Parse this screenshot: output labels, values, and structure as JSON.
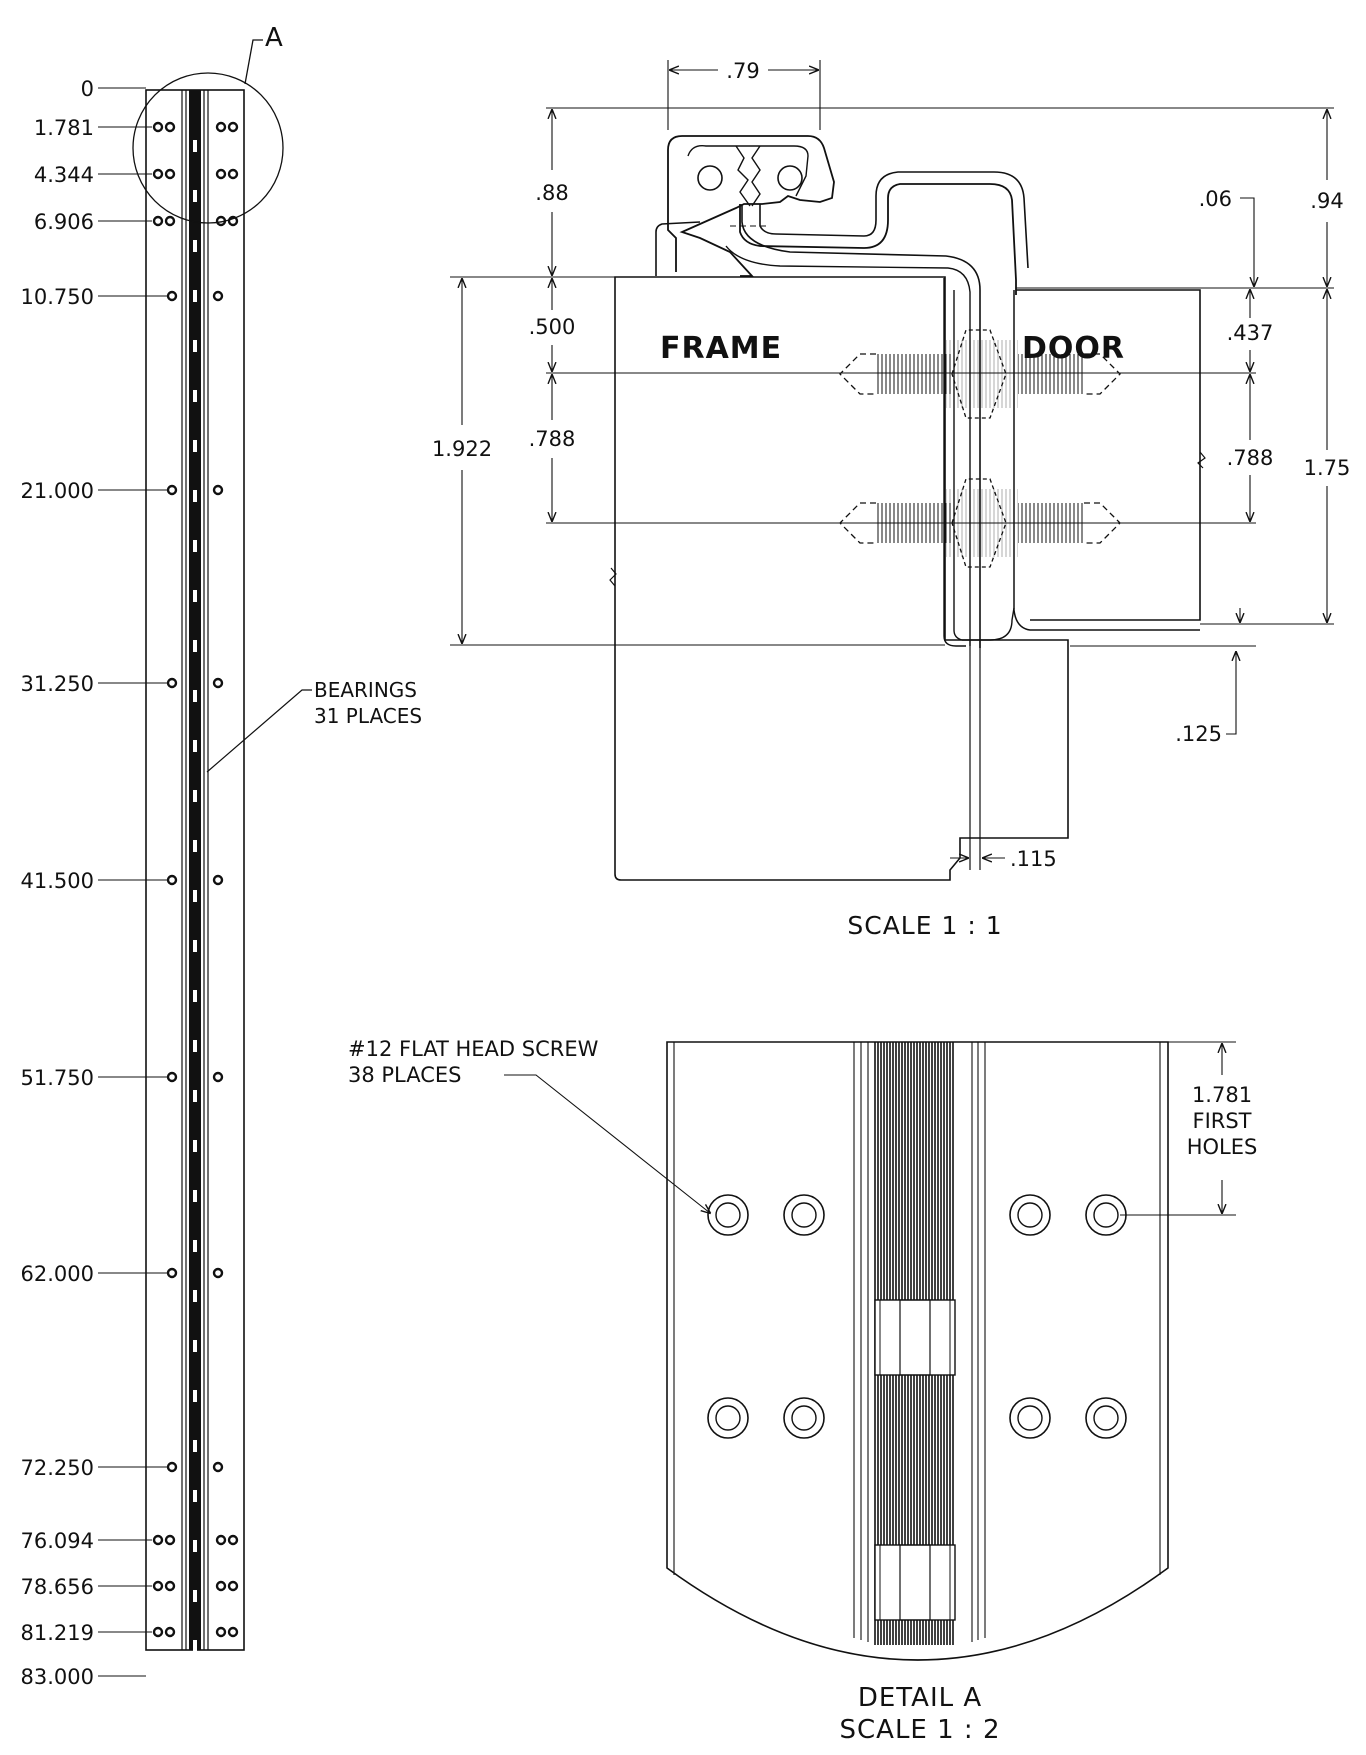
{
  "strip": {
    "detail_flag": "A",
    "stations": [
      "0",
      "1.781",
      "4.344",
      "6.906",
      "10.750",
      "21.000",
      "31.250",
      "41.500",
      "51.750",
      "62.000",
      "72.250",
      "76.094",
      "78.656",
      "81.219",
      "83.000"
    ],
    "bearings_line1": "BEARINGS",
    "bearings_line2": "31 PLACES"
  },
  "section": {
    "frame_label": "FRAME",
    "door_label": "DOOR",
    "dim_79": ".79",
    "dim_88": ".88",
    "dim_500": ".500",
    "dim_788_left": ".788",
    "dim_1922": "1.922",
    "dim_06": ".06",
    "dim_94": ".94",
    "dim_437": ".437",
    "dim_788_right": ".788",
    "dim_175": "1.75",
    "dim_125": ".125",
    "dim_115": ".115",
    "scale_label": "SCALE 1 : 1"
  },
  "detail": {
    "screw_line1": "#12 FLAT HEAD SCREW",
    "screw_line2": "38 PLACES",
    "first_val": "1.781",
    "first_line2": "FIRST",
    "first_line3": "HOLES",
    "title": "DETAIL A",
    "scale": "SCALE 1 : 2"
  }
}
